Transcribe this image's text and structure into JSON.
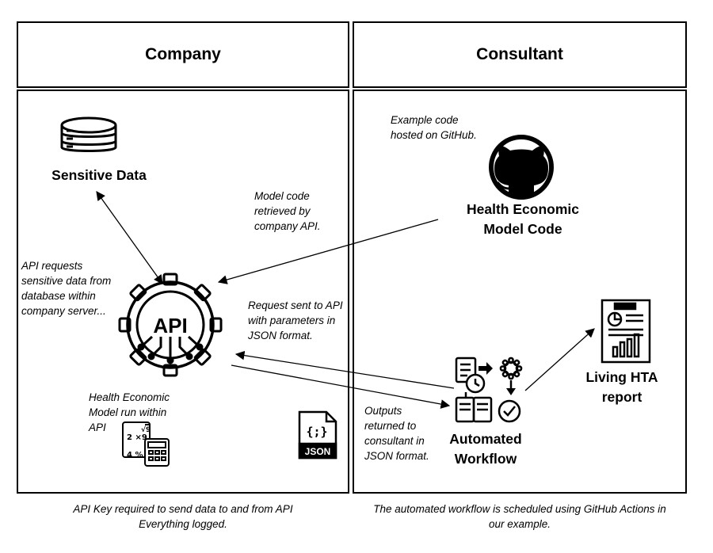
{
  "headers": {
    "company": "Company",
    "consultant": "Consultant"
  },
  "nodes": {
    "sensitive_data": "Sensitive Data",
    "model_code": [
      "Health Economic",
      "Model Code"
    ],
    "automated_workflow": [
      "Automated",
      "Workflow"
    ],
    "living_hta": [
      "Living HTA",
      "report"
    ]
  },
  "notes": {
    "example_code": [
      "Example code",
      "hosted on GitHub."
    ],
    "model_retrieved": [
      "Model code",
      "retrieved by",
      "company API."
    ],
    "api_requests": [
      "API requests",
      "sensitive data from",
      "database within",
      "company server..."
    ],
    "request_sent": [
      "Request sent to API",
      "with parameters in",
      "JSON format."
    ],
    "model_run": [
      "Health Economic",
      "Model run within",
      "API"
    ],
    "outputs_returned": [
      "Outputs",
      "returned to",
      "consultant in",
      "JSON format."
    ]
  },
  "icons": {
    "api_label": "API",
    "json_label": "JSON",
    "json_braces": "{;}"
  },
  "captions": {
    "left": [
      "API Key required to send data to and from API",
      "Everything logged."
    ],
    "right": [
      "The automated workflow is scheduled using GitHub Actions in",
      "our example."
    ]
  }
}
